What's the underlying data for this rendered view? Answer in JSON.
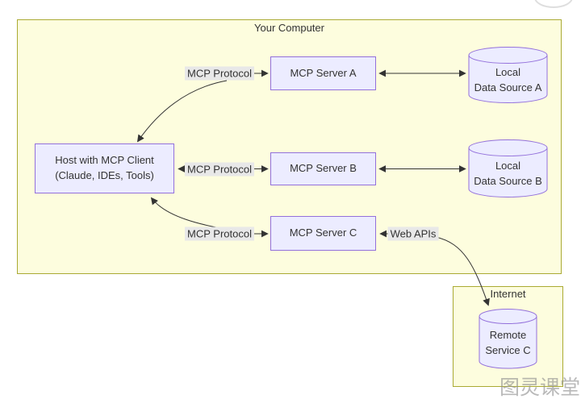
{
  "colors": {
    "cluster_fill": "#fdfdde",
    "cluster_border": "#aaaa33",
    "node_fill": "#ECECFF",
    "node_border": "#9370DB",
    "edge": "#333333",
    "label_bg": "#e8e8e8",
    "text": "#333333"
  },
  "clusters": {
    "computer": {
      "label": "Your Computer"
    },
    "internet": {
      "label": "Internet"
    }
  },
  "nodes": {
    "host": {
      "line1": "Host with MCP Client",
      "line2": "(Claude, IDEs, Tools)"
    },
    "server_a": {
      "label": "MCP Server A"
    },
    "server_b": {
      "label": "MCP Server B"
    },
    "server_c": {
      "label": "MCP Server C"
    },
    "data_a": {
      "line1": "Local",
      "line2": "Data Source A"
    },
    "data_b": {
      "line1": "Local",
      "line2": "Data Source B"
    },
    "remote_c": {
      "line1": "Remote",
      "line2": "Service C"
    }
  },
  "edge_labels": {
    "protocol_a": "MCP Protocol",
    "protocol_b": "MCP Protocol",
    "protocol_c": "MCP Protocol",
    "web_apis": "Web APIs"
  },
  "watermark": "图灵课堂"
}
